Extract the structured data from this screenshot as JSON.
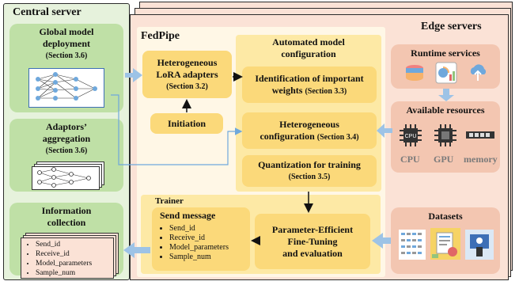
{
  "central": {
    "title": "Central server",
    "global_model": {
      "line1": "Global model",
      "line2": "deployment",
      "section": "(Section 3.6)"
    },
    "aggregation": {
      "line1": "Adaptors’",
      "line2": "aggregation",
      "section": "(Section 3.6)"
    },
    "info": {
      "line1": "Information",
      "line2": "collection",
      "items": [
        "Send_id",
        "Receive_id",
        "Model_parameters",
        "Sample_num"
      ]
    }
  },
  "edge": {
    "title": "Edge servers",
    "runtime": "Runtime services",
    "resources": {
      "title": "Available resources",
      "cpu": "CPU",
      "gpu": "GPU",
      "memory": "memory",
      "chip_text": "CPU"
    },
    "datasets": "Datasets"
  },
  "fedpipe": {
    "title": "FedPipe",
    "lora": {
      "line1": "Heterogeneous",
      "line2": "LoRA adapters",
      "section": "(Section 3.2)"
    },
    "initiation": "Initiation",
    "auto": {
      "line1": "Automated model",
      "line2": "configuration"
    },
    "important": {
      "line1": "Identification of important",
      "line2": "weights",
      "section": "(Section 3.3)"
    },
    "hetero_config": {
      "line1": "Heterogeneous",
      "line2": "configuration",
      "section": "(Section 3.4)"
    },
    "quant": {
      "line1": "Quantization for training",
      "section": "(Section 3.5)"
    },
    "trainer": {
      "label": "Trainer",
      "send": {
        "title": "Send message",
        "items": [
          "Send_id",
          "Receive_id",
          "Model_parameters",
          "Sample_num"
        ]
      },
      "peft": {
        "line1": "Parameter-Efficient",
        "line2": "Fine-Tuning",
        "line3": "and evaluation"
      }
    }
  },
  "colors": {
    "central_bg": "#e6f2dc",
    "green_box": "#bfe0a6",
    "edge_bg": "#fbe2d6",
    "pink_box": "#f3c6b1",
    "fedpipe_bg": "#fff7e6",
    "yellow_light": "#fde9a5",
    "yellow_dark": "#fbd97a",
    "arrow_blue": "#9dc3e6"
  }
}
